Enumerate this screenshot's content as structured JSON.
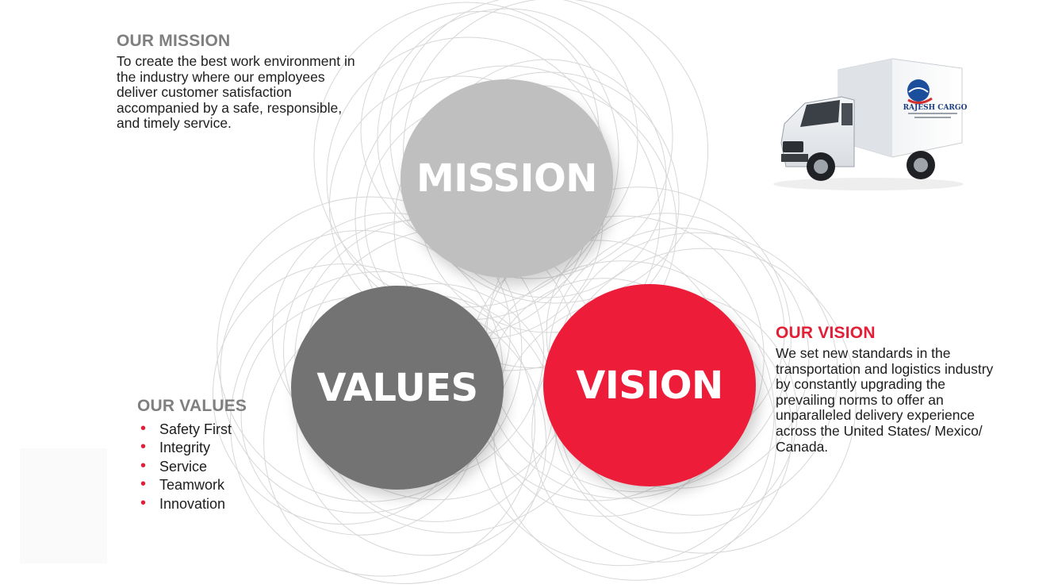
{
  "colors": {
    "accent_red": "#ED1C39",
    "mission_grey": "#BFBFBF",
    "values_grey": "#737373",
    "heading_grey": "#7f7f7f",
    "ring_grey": "#d7d7d7"
  },
  "mission": {
    "heading": "OUR MISSION",
    "lines": [
      "To create the best work environment in",
      "the industry where our employees",
      "deliver customer satisfaction",
      "accompanied by a safe, responsible,",
      "and timely service."
    ],
    "circle_label": "MISSION"
  },
  "values": {
    "heading": "OUR VALUES",
    "items": [
      "Safety First",
      "Integrity",
      "Service",
      "Teamwork",
      "Innovation"
    ],
    "circle_label": "VALUES"
  },
  "vision": {
    "heading": "OUR VISION",
    "lines": [
      "We set new standards in the",
      "transportation and logistics industry",
      "by constantly upgrading the",
      "prevailing norms to offer an",
      "unparalleled delivery experience",
      "across the United States/ Mexico/",
      "Canada."
    ],
    "circle_label": "VISION"
  },
  "truck": {
    "brand": "RAJESH CARGO",
    "icon": "delivery-truck-icon"
  },
  "bullet_glyph": "•"
}
